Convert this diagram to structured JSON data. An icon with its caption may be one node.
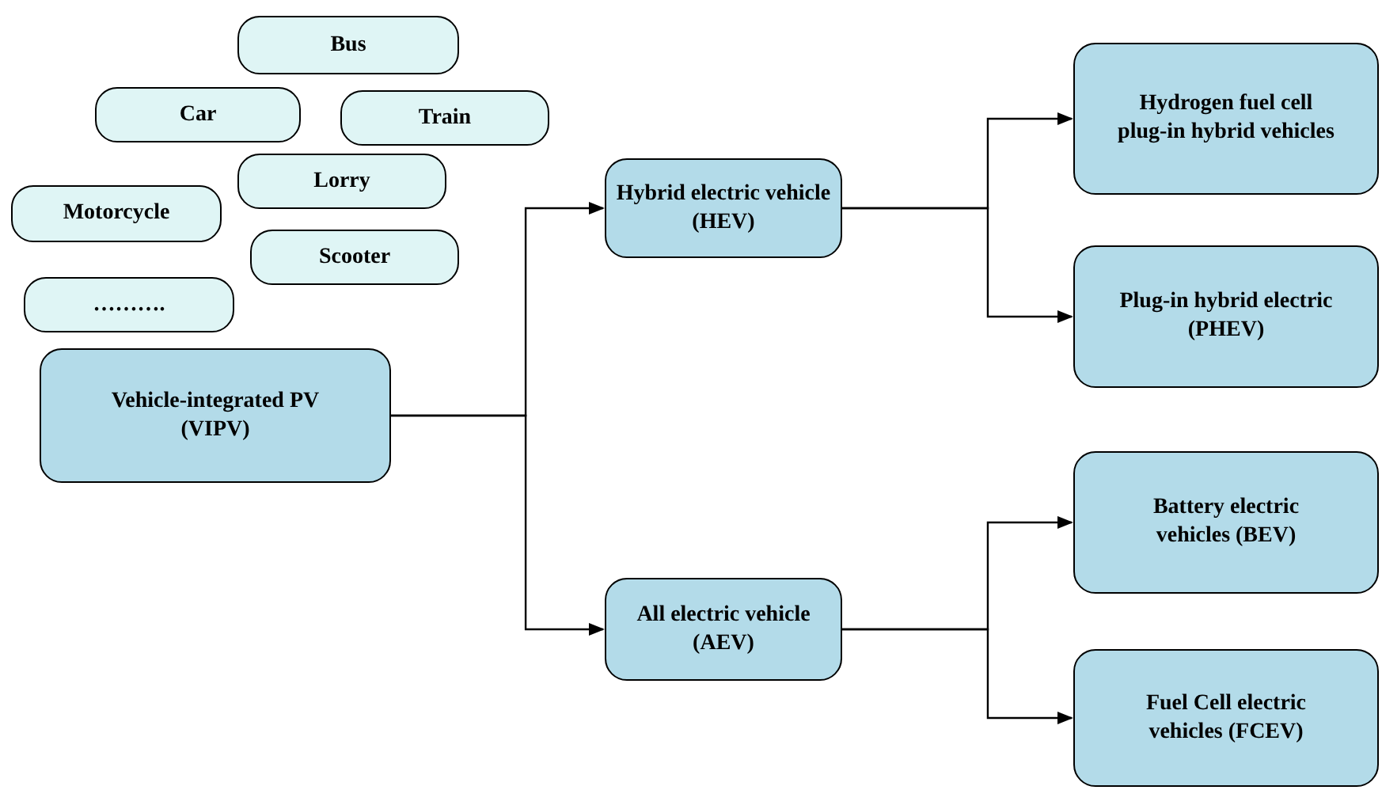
{
  "diagram": {
    "nodes": [
      {
        "text": [
          "Bus"
        ]
      },
      {
        "text": [
          "Car"
        ]
      },
      {
        "text": [
          "Train"
        ]
      },
      {
        "text": [
          "Lorry"
        ]
      },
      {
        "text": [
          "Motorcycle"
        ]
      },
      {
        "text": [
          "Scooter"
        ]
      },
      {
        "text": [
          "………."
        ]
      },
      {
        "text": [
          "Vehicle-integrated PV (VIPV)"
        ]
      },
      {
        "text": [
          "Hybrid electric vehicle (HEV)"
        ]
      },
      {
        "text": [
          "All electric vehicle (AEV)"
        ]
      },
      {
        "text": [
          "Hydrogen fuel cell plug-in hybrid vehicles"
        ]
      },
      {
        "text": [
          "Plug-in hybrid electric (PHEV)"
        ]
      },
      {
        "text": [
          "Battery electric vehicles (BEV)"
        ]
      },
      {
        "text": [
          "Fuel Cell electric vehicles (FCEV)"
        ]
      }
    ],
    "edges": [
      {
        "from": 7,
        "to": 8,
        "arrow": "to"
      },
      {
        "from": 7,
        "to": 9,
        "arrow": "to"
      },
      {
        "from": 8,
        "to": 10,
        "arrow": "to"
      },
      {
        "from": 8,
        "to": 11,
        "arrow": "to"
      },
      {
        "from": 9,
        "to": 12,
        "arrow": "to"
      },
      {
        "from": 9,
        "to": 13,
        "arrow": "to"
      }
    ]
  }
}
